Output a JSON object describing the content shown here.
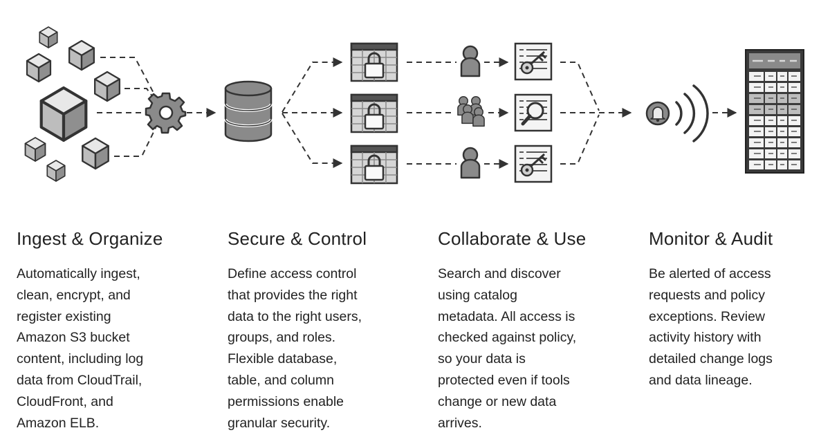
{
  "colors": {
    "ink": "#222222",
    "icon_fill": "#8a8a8a",
    "icon_light": "#d0d0d0",
    "icon_dark": "#4a4a4a",
    "connector": "#333333",
    "background": "#ffffff"
  },
  "icons": [
    "cube-cluster-icon",
    "gear-icon",
    "database-icon",
    "locked-table-icon",
    "user-icon",
    "user-group-icon",
    "key-policy-icon",
    "search-policy-icon",
    "alert-bell-icon",
    "audit-log-table-icon"
  ],
  "stages": [
    {
      "title": "Ingest & Organize",
      "lines": [
        "Automatically ingest,",
        "clean, encrypt, and",
        "register existing",
        "Amazon S3 bucket",
        "content, including log",
        "data from CloudTrail,",
        "CloudFront, and",
        "Amazon ELB."
      ]
    },
    {
      "title": "Secure & Control",
      "lines": [
        "Define access control",
        "that provides the right",
        "data to the right users,",
        "groups, and roles.",
        "Flexible database,",
        "table, and column",
        "permissions enable",
        "granular security."
      ]
    },
    {
      "title": "Collaborate & Use",
      "lines": [
        "Search and discover",
        "using catalog",
        "metadata. All access is",
        "checked against policy,",
        "so your data is",
        "protected even if tools",
        "change or new data",
        "arrives."
      ]
    },
    {
      "title": "Monitor & Audit",
      "lines": [
        "Be alerted of access",
        "requests and policy",
        "exceptions. Review",
        "activity history with",
        "detailed change logs",
        "and data lineage."
      ]
    }
  ]
}
